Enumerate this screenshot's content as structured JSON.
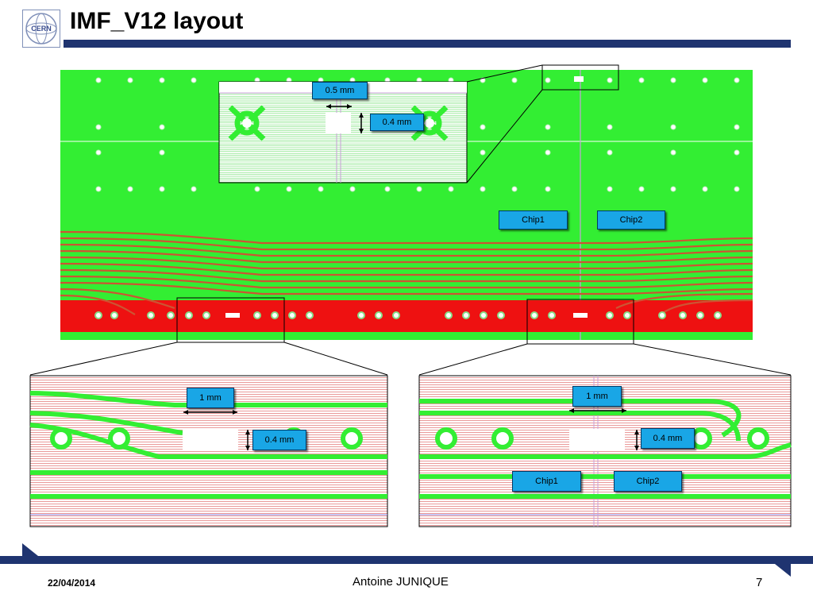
{
  "slide": {
    "title": "IMF_V12 layout",
    "logo_text": "CERN",
    "footer": {
      "date": "22/04/2014",
      "author": "Antoine JUNIQUE",
      "page": "7"
    }
  },
  "colors": {
    "title_bar": "#1f3470",
    "board_green": "#33ee33",
    "board_red": "#ee1111",
    "label_fill": "#19a6e6",
    "trace_red": "#d04040"
  },
  "labels": {
    "top_inset_width": "0.5 mm",
    "top_inset_height": "0.4 mm",
    "chip1_main": "Chip1",
    "chip2_main": "Chip2",
    "left_inset_width": "1 mm",
    "left_inset_height": "0.4 mm",
    "right_inset_width": "1 mm",
    "right_inset_height": "0.4 mm",
    "chip1_right": "Chip1",
    "chip2_right": "Chip2"
  }
}
